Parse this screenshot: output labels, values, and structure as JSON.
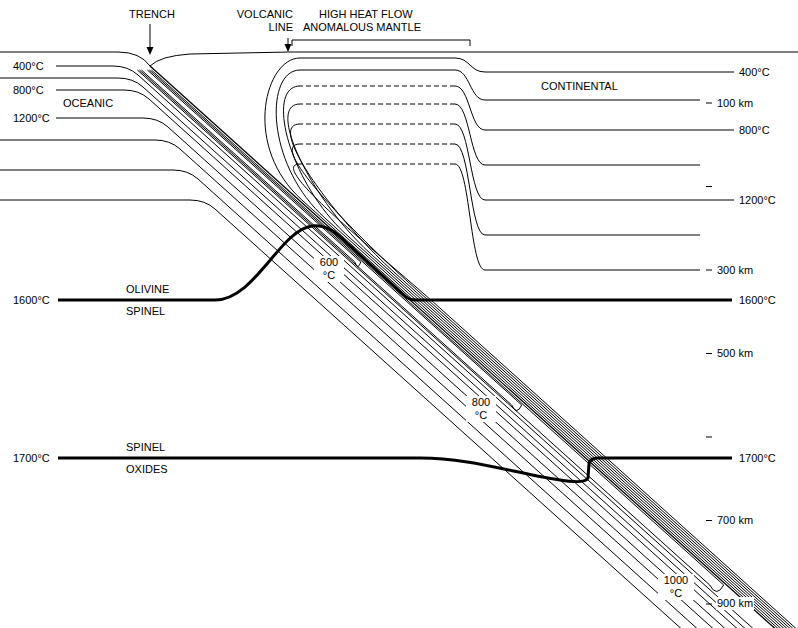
{
  "diagram": {
    "labels": [
      "TRENCH",
      "VOLCANIC LINE",
      "HIGH HEAT FLOW",
      "ANOMALOUS MANTLE",
      "400°C",
      "800°C",
      "OCEANIC",
      "1200°C",
      "400°C",
      "CONTINENTAL",
      "100 km",
      "800°C",
      "1200°C",
      "300 km",
      "600 °C",
      "OLIVINE",
      "SPINEL",
      "1600°C",
      "1600°C",
      "500 km",
      "800 °C",
      "SPINEL",
      "OXIDES",
      "1700°C",
      "1700°C",
      "700 km",
      "1000 °C",
      "900 km"
    ]
  }
}
